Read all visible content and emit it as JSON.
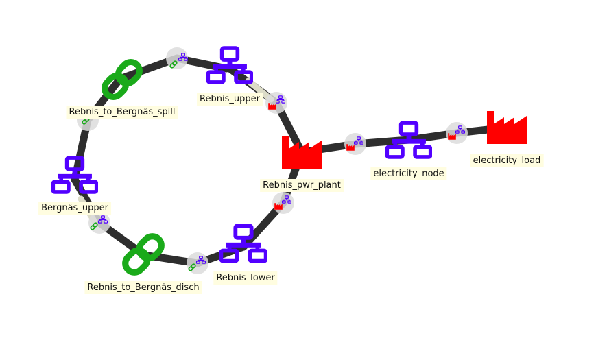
{
  "colors": {
    "node": "#5200ff",
    "unit": "#ff0000",
    "connection": "#1aaa1a",
    "link": "#2e2e2e",
    "link_highlight": "#dcdcc8",
    "label_bg": "#fffde0"
  },
  "items": {
    "rebnis_upper": {
      "label": "Rebnis_upper",
      "icon": "network-node-icon"
    },
    "bergnas_upper": {
      "label": "Bergnäs_upper",
      "icon": "network-node-icon"
    },
    "rebnis_lower": {
      "label": "Rebnis_lower",
      "icon": "network-node-icon"
    },
    "electricity_node": {
      "label": "electricity_node",
      "icon": "network-node-icon"
    },
    "rebnis_pwr_plant": {
      "label": "Rebnis_pwr_plant",
      "icon": "factory-icon"
    },
    "electricity_load": {
      "label": "electricity_load",
      "icon": "factory-icon"
    },
    "spill": {
      "label": "Rebnis_to_Bergnäs_spill",
      "icon": "chain-link-icon"
    },
    "disch": {
      "label": "Rebnis_to_Bergnäs_disch",
      "icon": "chain-link-icon"
    }
  }
}
